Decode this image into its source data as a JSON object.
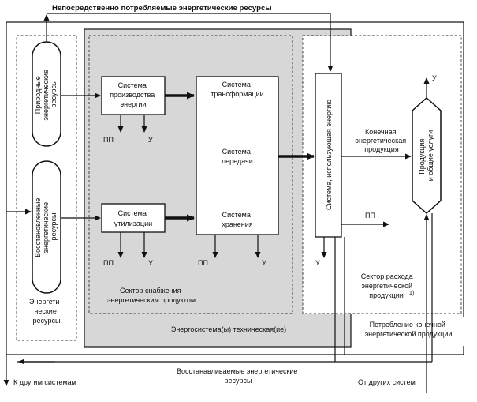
{
  "colors": {
    "line": "#111111",
    "sector_fill": "#d7d7d7",
    "box_fill": "#ffffff",
    "dash": "#333333"
  },
  "top_title": "Непосредственно потребляемые энергетические ресурсы",
  "left_group": {
    "natural": [
      "Природные",
      "энергетические",
      "ресурсы"
    ],
    "renewable": [
      "Восстановленные",
      "энергетические",
      "ресурсы"
    ],
    "label": [
      "Энергети-",
      "ческие",
      "ресурсы"
    ]
  },
  "supply_sector": {
    "production": [
      "Система",
      "производства",
      "энергии"
    ],
    "utilization": [
      "Система",
      "утилизации"
    ],
    "transformation": [
      "Система",
      "трансформации"
    ],
    "transmission": [
      "Система",
      "передачи"
    ],
    "storage": [
      "Система",
      "хранения"
    ],
    "label": [
      "Сектор снабжения",
      "энергетическим продуктом"
    ]
  },
  "consumption_sector": {
    "using_system": "Система, использующая энергию",
    "final_product": [
      "Конечная",
      "энергетическая",
      "продукция"
    ],
    "products": [
      "Продукция",
      "и общие услуги"
    ],
    "label": [
      "Сектор расхода",
      "энергетической",
      "продукции"
    ],
    "footnote": "1)"
  },
  "energy_system_label": "Энергосистема(ы) техническая(ие)",
  "final_consumption_label": [
    "Потребление конечной",
    "энергетической продукции"
  ],
  "bottom": {
    "to_other": "К другим системам",
    "recoverable": [
      "Восстанавливаемые энергетические",
      "ресурсы"
    ],
    "from_other": "От других систем"
  },
  "marks": {
    "pp": "ПП",
    "u": "У"
  }
}
